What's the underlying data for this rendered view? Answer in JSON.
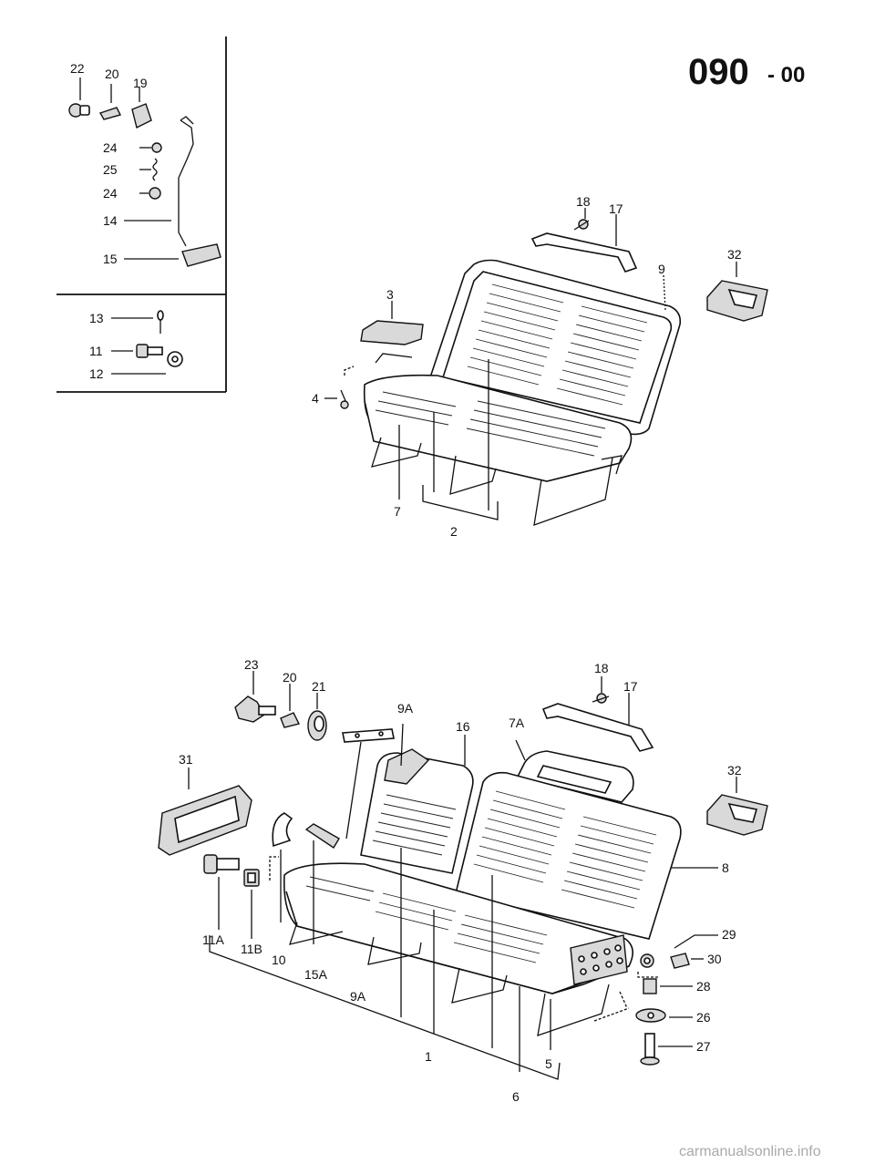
{
  "header": {
    "diagram_code": "090",
    "diagram_sub": "- 00"
  },
  "inset": {
    "labels": [
      "22",
      "20",
      "19",
      "24",
      "25",
      "24",
      "14",
      "15",
      "13",
      "11",
      "12"
    ]
  },
  "upper_seat": {
    "labels": [
      "18",
      "17",
      "32",
      "9",
      "3",
      "4",
      "7",
      "2"
    ]
  },
  "lower_seat": {
    "labels": [
      "23",
      "20",
      "21",
      "9A",
      "16",
      "7A",
      "18",
      "17",
      "31",
      "32",
      "8",
      "11A",
      "11B",
      "10",
      "15A",
      "9A",
      "1",
      "6",
      "5",
      "29",
      "30",
      "28",
      "26",
      "27"
    ]
  },
  "footer": {
    "watermark": "carmanualsonline.info"
  }
}
